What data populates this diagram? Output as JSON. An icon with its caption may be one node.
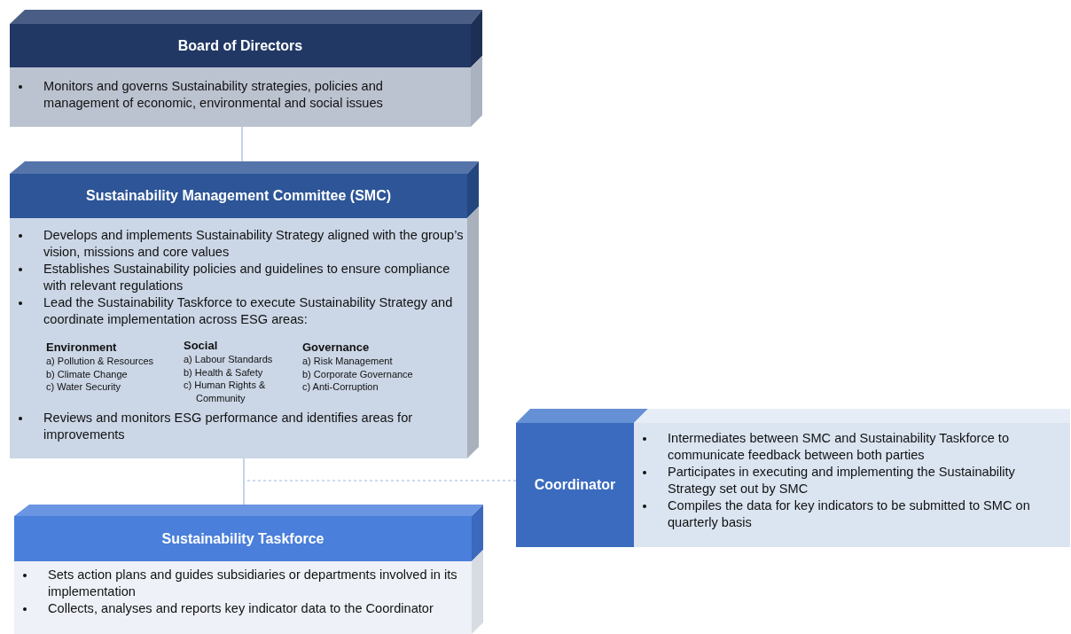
{
  "diagram": {
    "nodes": [
      {
        "text": [
          "Board of Directors",
          "Monitors and governs Sustainability strategies, policies and management of economic, environmental and social issues"
        ]
      },
      {
        "text": [
          "Sustainability Management Committee (SMC)",
          "Develops and implements Sustainability Strategy aligned with the group’s vision, missions and core values",
          "Establishes Sustainability policies and guidelines to ensure compliance with relevant regulations",
          "Lead the Sustainability Taskforce to execute Sustainability Strategy and coordinate implementation across ESG areas:",
          "Reviews and monitors ESG performance and identifies areas for improvements"
        ]
      },
      {
        "text": [
          "Sustainability Taskforce",
          "Sets action plans and guides subsidiaries or departments involved in its implementation",
          "Collects, analyses and reports key indicator data to the Coordinator"
        ]
      },
      {
        "text": [
          "Coordinator",
          "Intermediates between SMC and Sustainability Taskforce to communicate feedback between both parties",
          "Participates in executing and implementing the Sustainability Strategy set out by SMC",
          "Compiles the data for key indicators to be submitted to SMC on quarterly basis"
        ]
      }
    ],
    "edges": [
      {
        "from": 0,
        "to": 1,
        "arrow": "none"
      },
      {
        "from": 1,
        "to": 2,
        "arrow": "none"
      },
      {
        "from": 3,
        "to": null,
        "arrow": "none",
        "style": "dashed"
      }
    ],
    "labels": [
      "Environment",
      "a) Pollution & Resources",
      "b) Climate Change",
      "c) Water Security",
      "Social",
      "a) Labour Standards",
      "b) Health & Safety",
      "c) Human Rights & Community",
      "Governance",
      "a) Risk Management",
      "b) Corporate Governance",
      "c) Anti-Corruption"
    ]
  }
}
